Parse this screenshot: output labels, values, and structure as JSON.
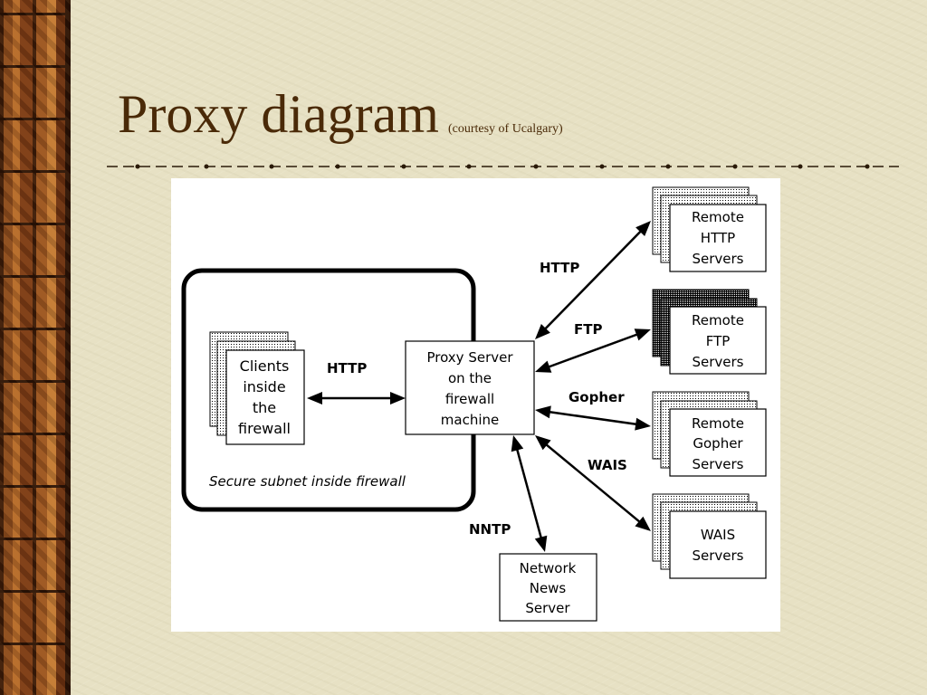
{
  "slide": {
    "title": "Proxy diagram",
    "subtitle": "(courtesy of Ucalgary)"
  },
  "diagram": {
    "subnet_label": "Secure subnet inside firewall",
    "clients": [
      "Clients",
      "inside",
      "the",
      "firewall"
    ],
    "proxy": [
      "Proxy Server",
      "on the",
      "firewall",
      "machine"
    ],
    "news": [
      "Network",
      "News",
      "Server"
    ],
    "remote_http": [
      "Remote",
      "HTTP",
      "Servers"
    ],
    "remote_ftp": [
      "Remote",
      "FTP",
      "Servers"
    ],
    "remote_gopher": [
      "Remote",
      "Gopher",
      "Servers"
    ],
    "wais": [
      "WAIS",
      "Servers"
    ],
    "edges": {
      "clients_proxy": "HTTP",
      "proxy_http": "HTTP",
      "proxy_ftp": "FTP",
      "proxy_gopher": "Gopher",
      "proxy_wais": "WAIS",
      "proxy_news": "NNTP"
    }
  }
}
